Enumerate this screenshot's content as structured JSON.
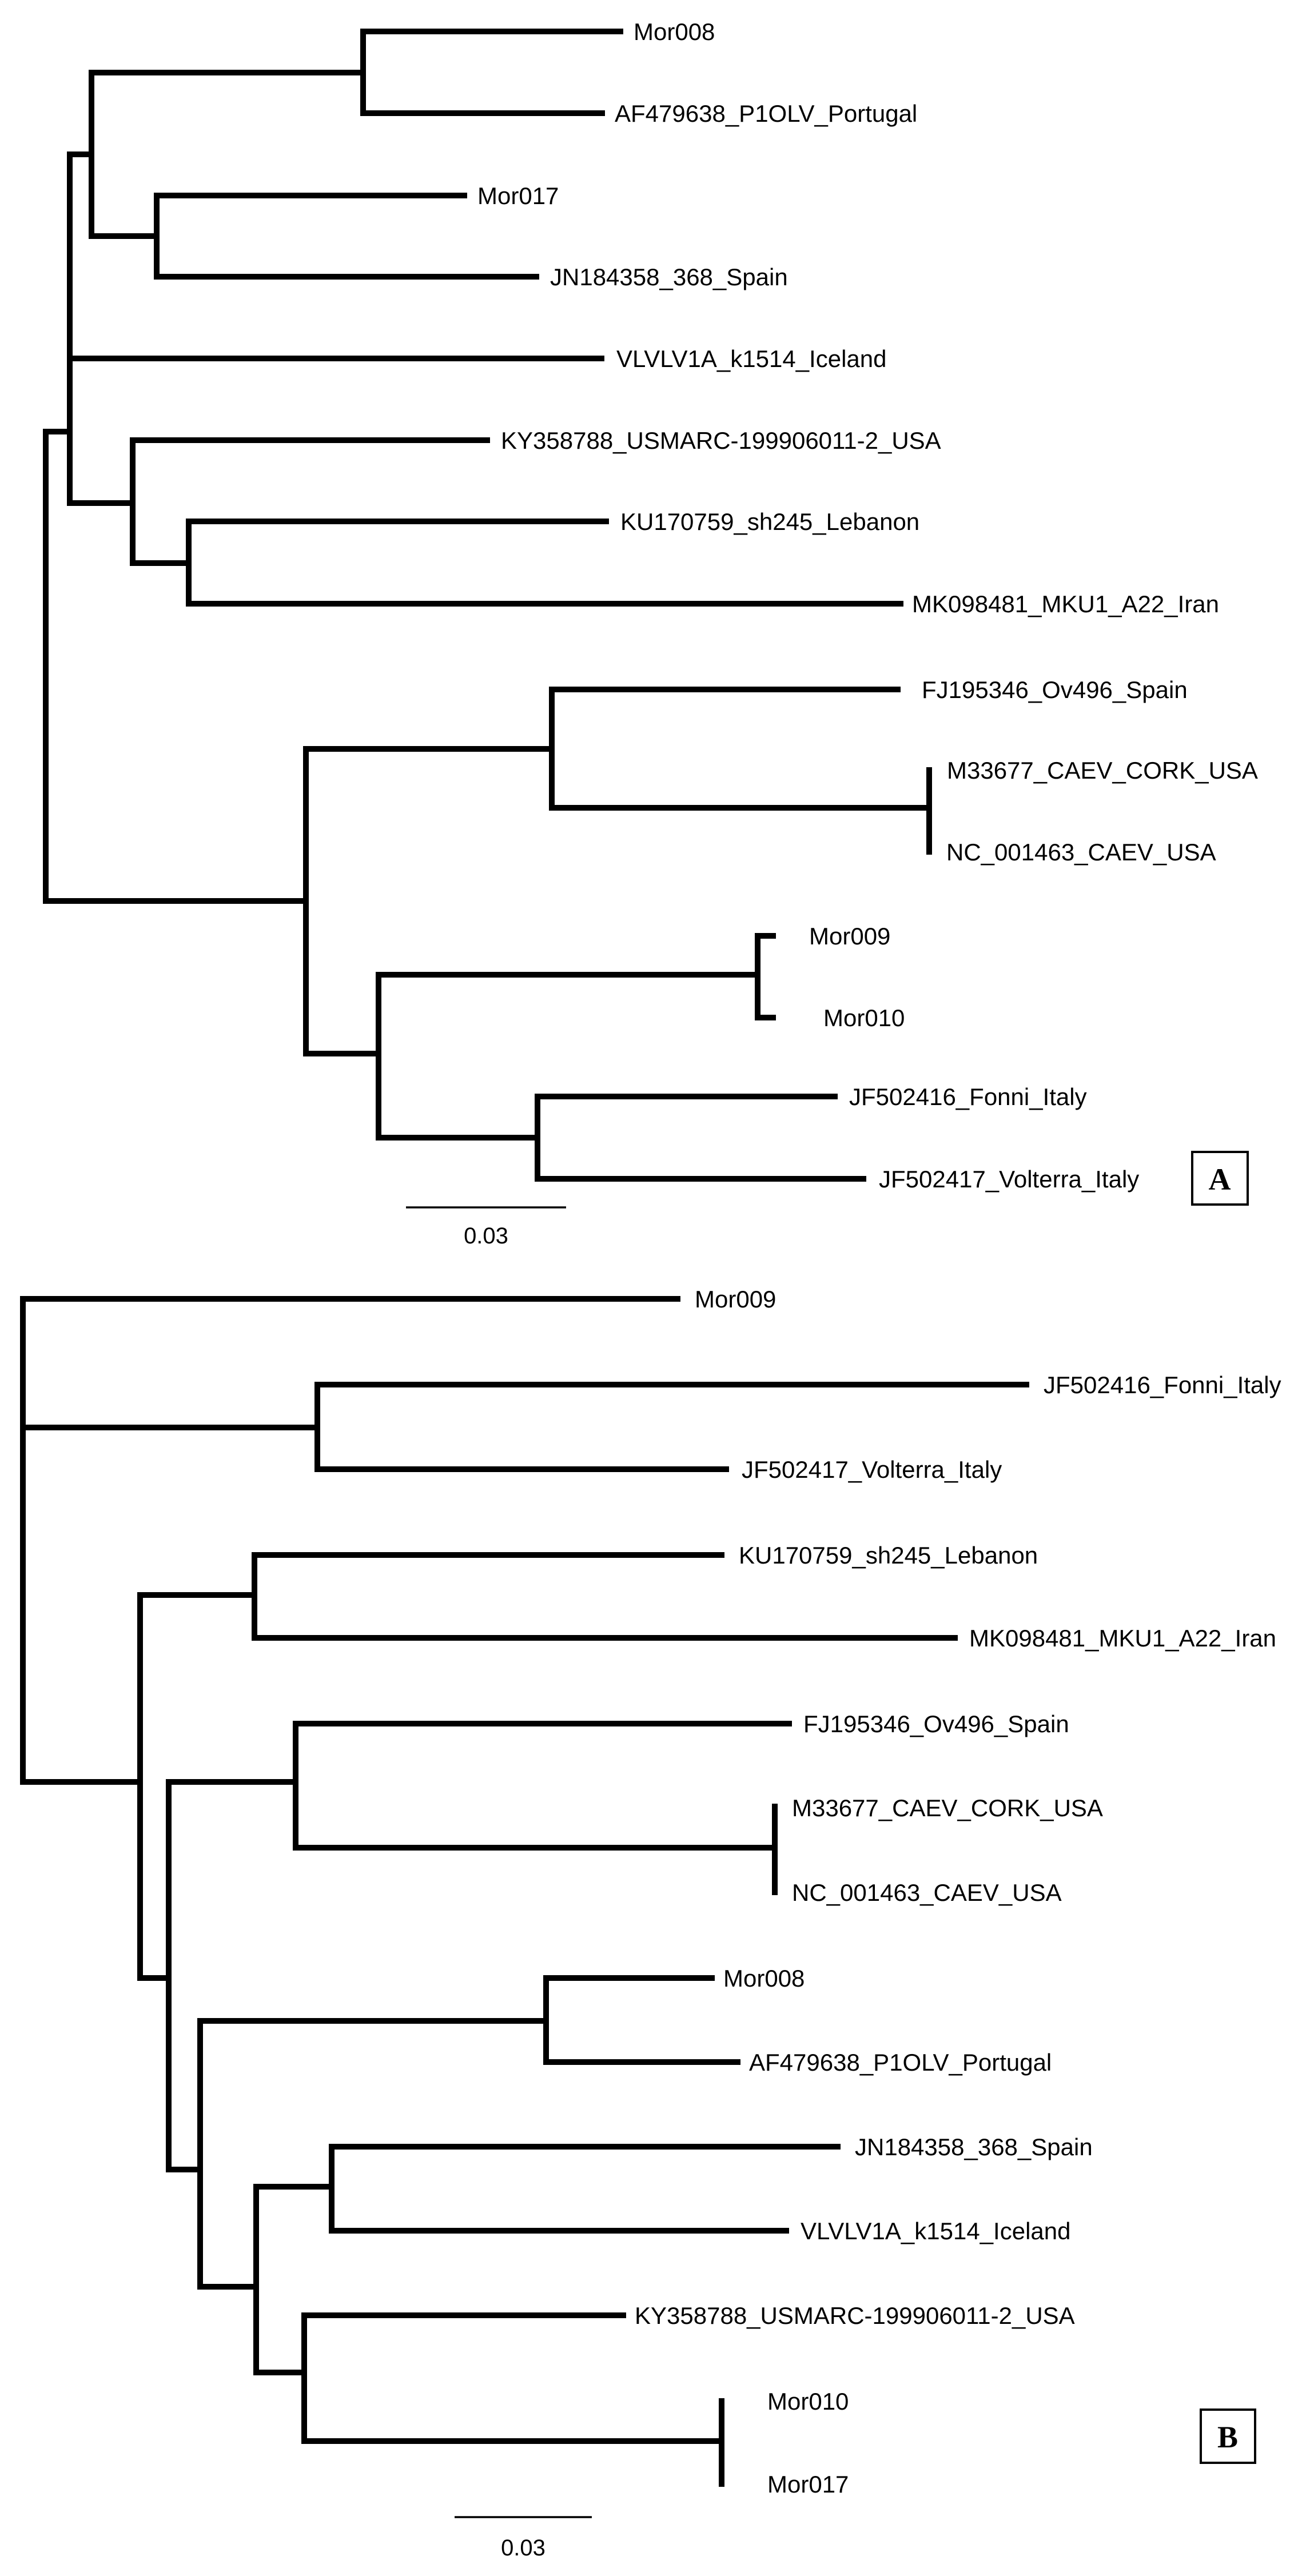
{
  "highlight_color": "#ff0000",
  "default_label_color": "#000000",
  "panel_a": {
    "letter": "A",
    "scale_label": "0.03",
    "leaves": [
      "Mor008",
      "AF479638_P1OLV_Portugal",
      "Mor017",
      "JN184358_368_Spain",
      "VLVLV1A_k1514_Iceland",
      "KY358788_USMARC-199906011-2_USA",
      "KU170759_sh245_Lebanon",
      "MK098481_MKU1_A22_Iran",
      "FJ195346_Ov496_Spain",
      "M33677_CAEV_CORK_USA",
      "NC_001463_CAEV_USA",
      "Mor009",
      "Mor010",
      "JF502416_Fonni_Italy",
      "JF502417_Volterra_Italy"
    ],
    "highlighted": [
      "Mor010"
    ]
  },
  "panel_b": {
    "letter": "B",
    "scale_label": "0.03",
    "leaves": [
      "Mor009",
      "JF502416_Fonni_Italy",
      "JF502417_Volterra_Italy",
      "KU170759_sh245_Lebanon",
      "MK098481_MKU1_A22_Iran",
      "FJ195346_Ov496_Spain",
      "M33677_CAEV_CORK_USA",
      "NC_001463_CAEV_USA",
      "Mor008",
      "AF479638_P1OLV_Portugal",
      "JN184358_368_Spain",
      "VLVLV1A_k1514_Iceland",
      "KY358788_USMARC-199906011-2_USA",
      "Mor010",
      "Mor017"
    ],
    "highlighted": [
      "Mor010"
    ]
  }
}
